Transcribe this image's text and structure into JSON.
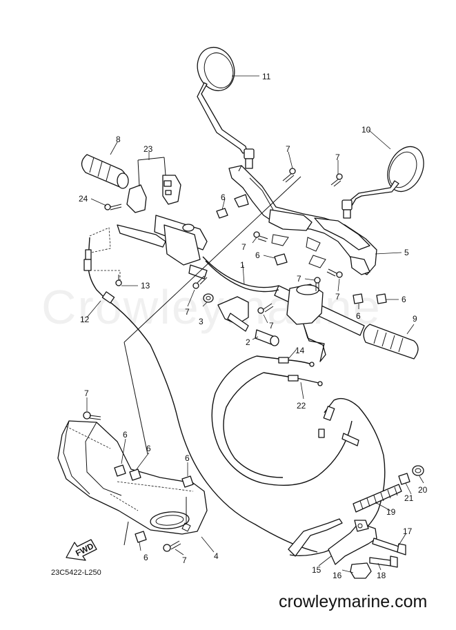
{
  "watermark_text": "Crowleymarine",
  "drawing_code": "23C5422-L250",
  "site_name": "crowleymarine.com",
  "fwd_label": "FWD",
  "callouts": [
    {
      "id": "c1",
      "label": "1"
    },
    {
      "id": "c2",
      "label": "2"
    },
    {
      "id": "c3",
      "label": "3"
    },
    {
      "id": "c4",
      "label": "4"
    },
    {
      "id": "c5",
      "label": "5"
    },
    {
      "id": "c6a",
      "label": "6"
    },
    {
      "id": "c6b",
      "label": "6"
    },
    {
      "id": "c6c",
      "label": "6"
    },
    {
      "id": "c6d",
      "label": "6"
    },
    {
      "id": "c6e",
      "label": "6"
    },
    {
      "id": "c6f",
      "label": "6"
    },
    {
      "id": "c6g",
      "label": "6"
    },
    {
      "id": "c6h",
      "label": "6"
    },
    {
      "id": "c7a",
      "label": "7"
    },
    {
      "id": "c7b",
      "label": "7"
    },
    {
      "id": "c7c",
      "label": "7"
    },
    {
      "id": "c7d",
      "label": "7"
    },
    {
      "id": "c7e",
      "label": "7"
    },
    {
      "id": "c7f",
      "label": "7"
    },
    {
      "id": "c7g",
      "label": "7"
    },
    {
      "id": "c7h",
      "label": "7"
    },
    {
      "id": "c7i",
      "label": "7"
    },
    {
      "id": "c8",
      "label": "8"
    },
    {
      "id": "c9",
      "label": "9"
    },
    {
      "id": "c10",
      "label": "10"
    },
    {
      "id": "c11",
      "label": "11"
    },
    {
      "id": "c12",
      "label": "12"
    },
    {
      "id": "c13",
      "label": "13"
    },
    {
      "id": "c14",
      "label": "14"
    },
    {
      "id": "c15",
      "label": "15"
    },
    {
      "id": "c16",
      "label": "16"
    },
    {
      "id": "c17",
      "label": "17"
    },
    {
      "id": "c18",
      "label": "18"
    },
    {
      "id": "c19",
      "label": "19"
    },
    {
      "id": "c20",
      "label": "20"
    },
    {
      "id": "c21",
      "label": "21"
    },
    {
      "id": "c22",
      "label": "22"
    },
    {
      "id": "c23",
      "label": "23"
    },
    {
      "id": "c24",
      "label": "24"
    }
  ]
}
